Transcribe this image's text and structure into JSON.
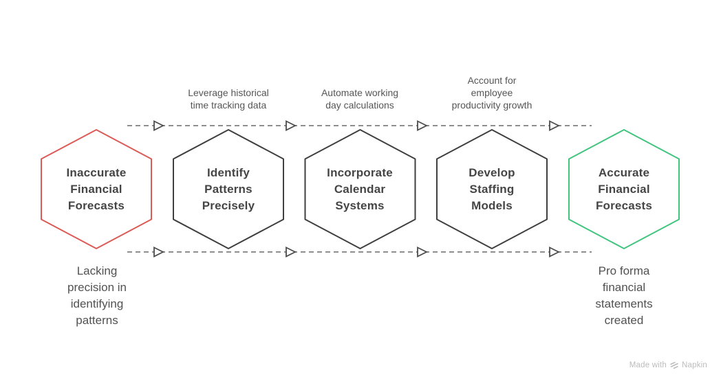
{
  "top_labels": [
    "Leverage historical\ntime tracking data",
    "Automate working\nday calculations",
    "Account for\nemployee\nproductivity growth"
  ],
  "hexagons": [
    {
      "label": "Inaccurate\nFinancial\nForecasts",
      "border_color": "#DC5A55"
    },
    {
      "label": "Identify\nPatterns\nPrecisely",
      "border_color": "#3F3F3F"
    },
    {
      "label": "Incorporate\nCalendar\nSystems",
      "border_color": "#3F3F3F"
    },
    {
      "label": "Develop\nStaffing\nModels",
      "border_color": "#3F3F3F"
    },
    {
      "label": "Accurate\nFinancial\nForecasts",
      "border_color": "#41C57E"
    }
  ],
  "captions": {
    "start": "Lacking\nprecision in\nidentifying\npatterns",
    "end": "Pro forma\nfinancial\nstatements\ncreated"
  },
  "colors": {
    "background": "#FFFFFF",
    "flow_line": "#8E8E8E",
    "arrowhead_stroke": "#4D4D4D",
    "node_border_default": "#3F3F3F",
    "node_border_problem": "#DC5A55",
    "node_border_success": "#41C57E",
    "node_text": "#454545",
    "annotation_text": "#555555",
    "watermark_text": "#BCBCBC"
  },
  "watermark": {
    "prefix": "Made with",
    "brand": "Napkin"
  }
}
